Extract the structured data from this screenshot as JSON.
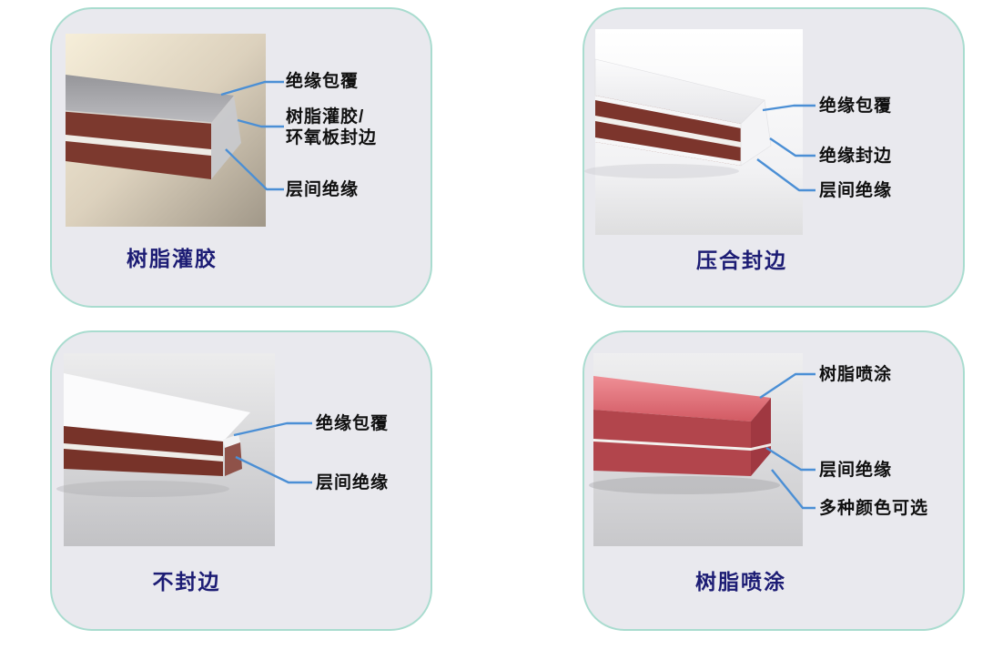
{
  "style": {
    "panel_bg": "#e9e9ee",
    "panel_border": "#a9dccf",
    "title_color": "#1c1c74",
    "label_color": "#101010",
    "leader_color": "#4b8fd5"
  },
  "panels": [
    {
      "title": "树脂灌胶",
      "labels": [
        {
          "text": "绝缘包覆"
        },
        {
          "text": "树脂灌胶/\n环氧板封边"
        },
        {
          "text": "层间绝缘"
        }
      ]
    },
    {
      "title": "压合封边",
      "labels": [
        {
          "text": "绝缘包覆"
        },
        {
          "text": "绝缘封边"
        },
        {
          "text": "层间绝缘"
        }
      ]
    },
    {
      "title": "不封边",
      "labels": [
        {
          "text": "绝缘包覆"
        },
        {
          "text": "层间绝缘"
        }
      ]
    },
    {
      "title": "树脂喷涂",
      "labels": [
        {
          "text": "树脂喷涂"
        },
        {
          "text": "层间绝缘"
        },
        {
          "text": "多种颜色可选"
        }
      ]
    }
  ]
}
